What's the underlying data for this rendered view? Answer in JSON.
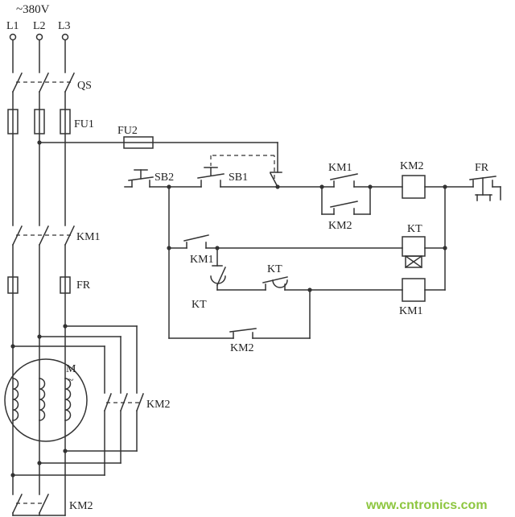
{
  "labels": {
    "supply": "~380V",
    "l1": "L1",
    "l2": "L2",
    "l3": "L3",
    "qs": "QS",
    "fu1": "FU1",
    "fu2": "FU2",
    "sb2": "SB2",
    "sb1": "SB1",
    "km1_contact": "KM1",
    "km2_coil": "KM2",
    "fr_contact": "FR",
    "km2_aux": "KM2",
    "kt_coil": "KT",
    "km1_aux": "KM1",
    "kt_delay1": "KT",
    "kt_delay2": "KT",
    "km1_coil": "KM1",
    "km2_interlock": "KM2",
    "km1_main": "KM1",
    "fr_main": "FR",
    "motor": "M",
    "motor_wave": "~",
    "km2_main": "KM2",
    "km2_star": "KM2"
  },
  "watermark": {
    "text": "www.cntronics.com",
    "color": "#8dc63f"
  },
  "colors": {
    "wire": "#333333",
    "background": "#ffffff",
    "label": "#1f1f1f"
  }
}
